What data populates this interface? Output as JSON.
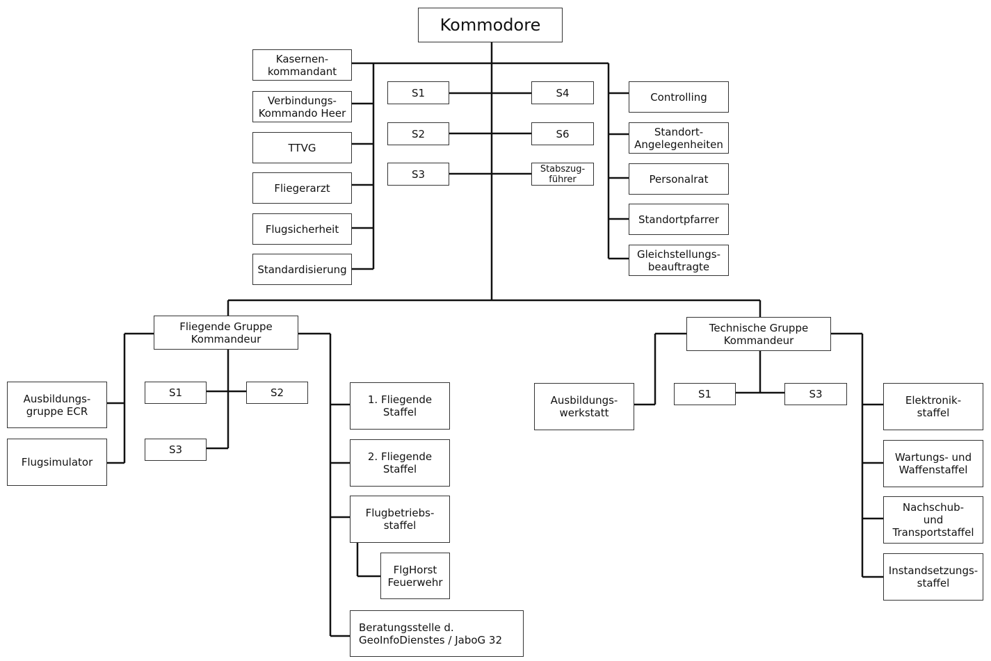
{
  "top": {
    "commander": "Kommodore"
  },
  "left_staff": [
    "Kasernen-\nkommandant",
    "Verbindungs-\nKommando Heer",
    "TTVG",
    "Fliegerarzt",
    "Flugsicherheit",
    "Standardisierung"
  ],
  "center_staff": {
    "left": [
      "S1",
      "S2",
      "S3"
    ],
    "right": [
      "S4",
      "S6",
      "Stabszug-\nführer"
    ]
  },
  "right_staff": [
    "Controlling",
    "Standort-\nAngelegenheiten",
    "Personalrat",
    "Standortpfarrer",
    "Gleichstellungs-\nbeauftragte"
  ],
  "flying_group": {
    "title": "Fliegende Gruppe\nKommandeur",
    "left_units": [
      "Ausbildungs-\ngruppe ECR",
      "Flugsimulator"
    ],
    "staff": [
      "S1",
      "S2",
      "S3"
    ],
    "squadrons": [
      "1. Fliegende\nStaffel",
      "2. Fliegende\nStaffel",
      "Flugbetriebs-\nstaffel",
      "FlgHorst\nFeuerwehr",
      "Beratungsstelle d.\nGeoInfoDienstes / JaboG 32"
    ]
  },
  "technical_group": {
    "title": "Technische Gruppe\nKommandeur",
    "left_unit": "Ausbildungs-\nwerkstatt",
    "staff": [
      "S1",
      "S3"
    ],
    "squadrons": [
      "Elektronik-\nstaffel",
      "Wartungs- und\nWaffenstaffel",
      "Nachschub-\nund\nTransportstaffel",
      "Instandsetzungs-\nstaffel"
    ]
  }
}
